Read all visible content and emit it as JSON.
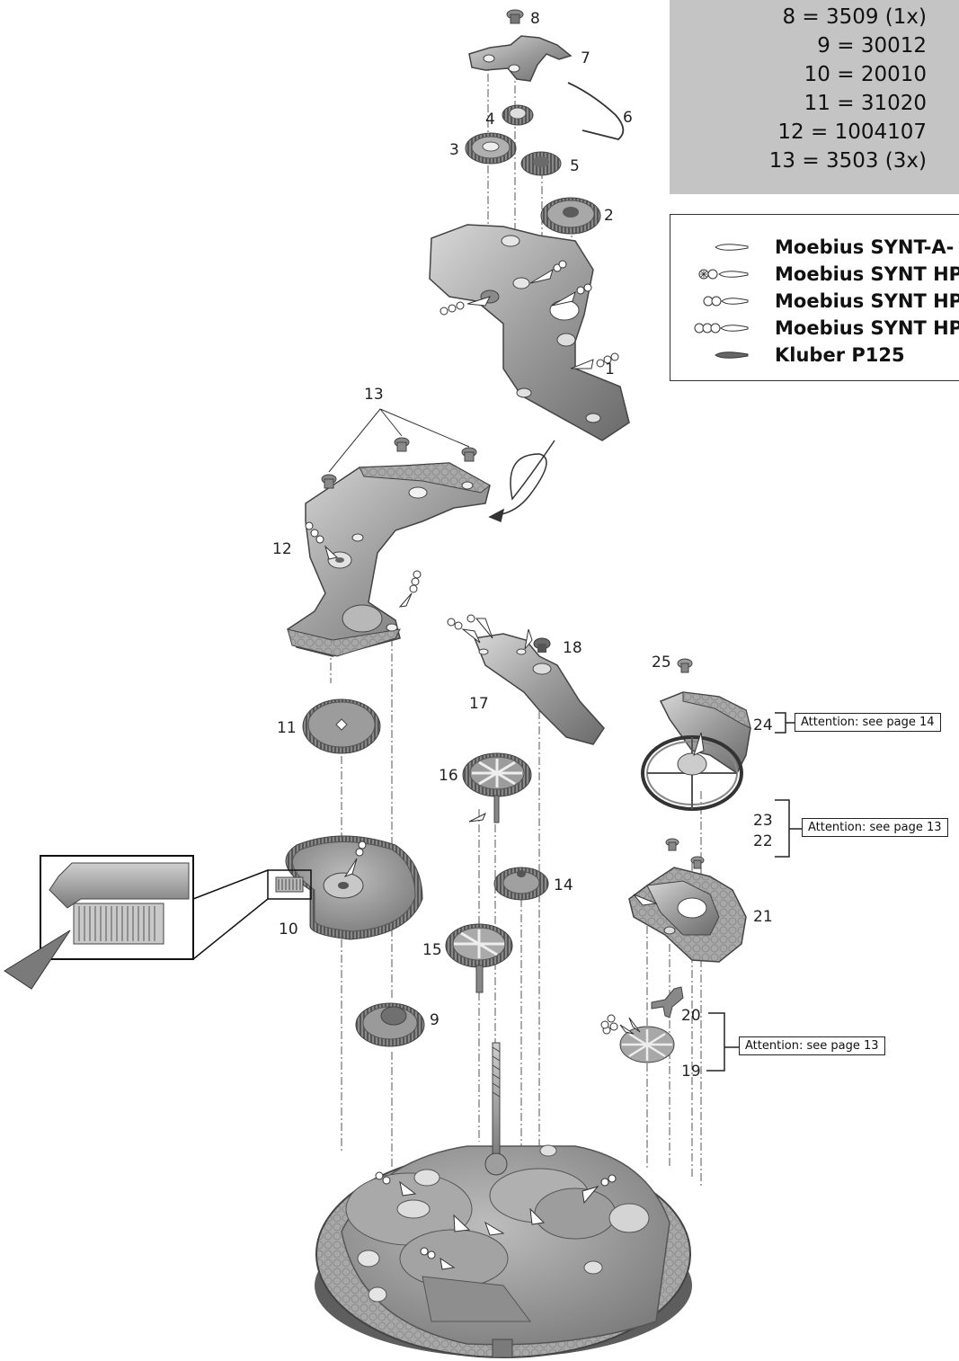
{
  "parts_list": [
    "8 = 3509 (1x)",
    "9 = 30012",
    "10 = 20010",
    "11 = 31020",
    "12 = 1004107",
    "13 = 3503 (3x)"
  ],
  "legend": [
    {
      "label": "Moebius SYNT-A-",
      "icon": "oil-drop-icon"
    },
    {
      "label": "Moebius SYNT HP",
      "icon": "oil-drop-star-2-dot-icon"
    },
    {
      "label": "Moebius SYNT HP",
      "icon": "oil-drop-2-dot-icon"
    },
    {
      "label": "Moebius SYNT HP",
      "icon": "oil-drop-3-dot-icon"
    },
    {
      "label": "Kluber P125",
      "icon": "grease-filled-icon"
    }
  ],
  "attention": {
    "page14": "Attention: see page 14",
    "page13a": "Attention: see page 13",
    "page13b": "Attention: see page 13"
  },
  "callouts": {
    "n1": "1",
    "n2": "2",
    "n3": "3",
    "n4": "4",
    "n5": "5",
    "n6": "6",
    "n7": "7",
    "n8": "8",
    "n9": "9",
    "n10": "10",
    "n11": "11",
    "n12": "12",
    "n13": "13",
    "n14": "14",
    "n15": "15",
    "n16": "16",
    "n17": "17",
    "n18": "18",
    "n19": "19",
    "n20": "20",
    "n21": "21",
    "n22": "22",
    "n23": "23",
    "n24": "24",
    "n25": "25"
  },
  "colors": {
    "metal": "#9a9a9a",
    "metal_dark": "#6e6e6e",
    "metal_light": "#c9c9c9",
    "panel": "#c4c4c4"
  }
}
